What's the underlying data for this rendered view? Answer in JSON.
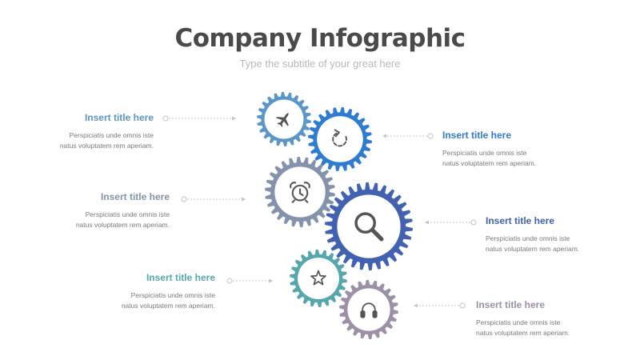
{
  "header": {
    "title": "Company Infographic",
    "subtitle": "Type the subtitle of your great here"
  },
  "colors": {
    "light_blue": "#5b96c8",
    "blue": "#2e7bd0",
    "slate": "#8293ab",
    "navy": "#4261b0",
    "teal": "#55a7ad",
    "mauve": "#9c8fa8",
    "connector": "#c4c4c4"
  },
  "gears": [
    {
      "name": "airplane-gear",
      "icon": "airplane-icon",
      "color": "light_blue"
    },
    {
      "name": "refresh-gear",
      "icon": "refresh-icon",
      "color": "blue"
    },
    {
      "name": "alarm-clock-gear",
      "icon": "alarm-clock-icon",
      "color": "slate"
    },
    {
      "name": "search-gear",
      "icon": "search-icon",
      "color": "navy"
    },
    {
      "name": "star-gear",
      "icon": "star-icon",
      "color": "teal"
    },
    {
      "name": "headphones-gear",
      "icon": "headphones-icon",
      "color": "mauve"
    }
  ],
  "items": [
    {
      "title": "Insert title here",
      "body": "Perspiciatis unde omnis iste natus voluptatem rem aperiam.",
      "color": "#5b96c8"
    },
    {
      "title": "Insert title here",
      "body": "Perspiciatis unde omnis iste natus voluptatem rem aperiam.",
      "color": "#2e7bd0"
    },
    {
      "title": "Insert title here",
      "body": "Perspiciatis unde omnis iste natus voluptatem rem aperiam.",
      "color": "#8293ab"
    },
    {
      "title": "Insert title here",
      "body": "Perspiciatis unde omnis iste natus voluptatem rem aperiam.",
      "color": "#4261b0"
    },
    {
      "title": "Insert title here",
      "body": "Perspiciatis unde omnis iste natus voluptatem rem aperiam.",
      "color": "#55a7ad"
    },
    {
      "title": "Insert title here",
      "body": "Perspiciatis unde omnis iste natus voluptatem rem aperiam.",
      "color": "#9c8fa8"
    }
  ]
}
